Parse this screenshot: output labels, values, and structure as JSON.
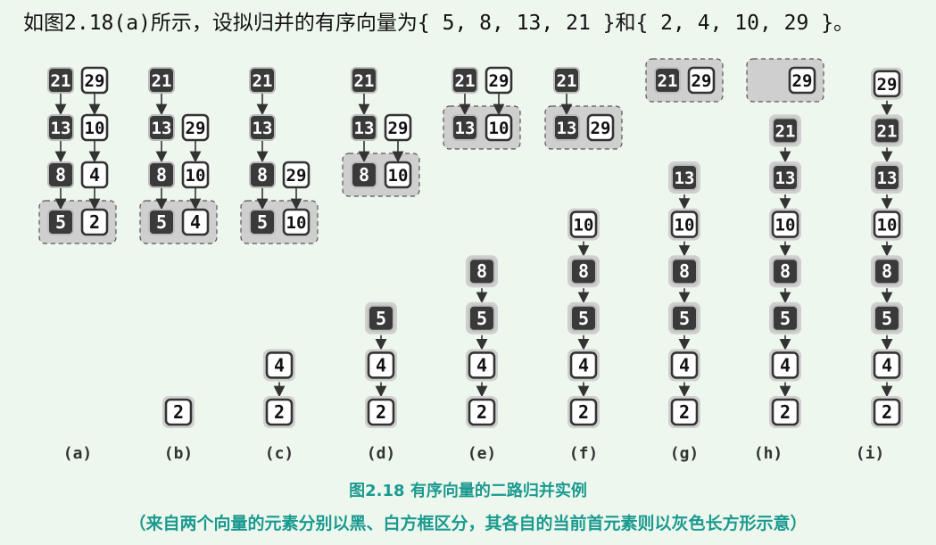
{
  "intro": {
    "text": "如图2.18(a)所示，设拟归并的有序向量为{ 5, 8, 13, 21 }和{ 2, 4, 10, 29 }。"
  },
  "colors": {
    "background": "#eef7ee",
    "black_box_fill": "#3a3a3a",
    "white_box_fill": "#ffffff",
    "highlight_gray": "#cfcfcf",
    "caption_teal": "#1b9a8f"
  },
  "panels": [
    {
      "label": "(a)",
      "black_col": [
        "21",
        "13",
        "8",
        "5"
      ],
      "white_col": [
        "29",
        "10",
        "4",
        "2"
      ],
      "output": [],
      "highlight": [
        "5",
        "2"
      ]
    },
    {
      "label": "(b)",
      "black_col": [
        "21",
        "13",
        "8",
        "5"
      ],
      "white_col": [
        "29",
        "10",
        "4"
      ],
      "output": [
        "2"
      ],
      "highlight": [
        "5",
        "4"
      ]
    },
    {
      "label": "(c)",
      "black_col": [
        "21",
        "13",
        "8",
        "5"
      ],
      "white_col": [
        "29",
        "10"
      ],
      "output": [
        "4",
        "2"
      ],
      "highlight": [
        "5",
        "10"
      ]
    },
    {
      "label": "(d)",
      "black_col": [
        "21",
        "13",
        "8"
      ],
      "white_col": [
        "29",
        "10"
      ],
      "output": [
        "5",
        "4",
        "2"
      ],
      "highlight": [
        "8",
        "10"
      ]
    },
    {
      "label": "(e)",
      "black_col": [
        "21",
        "13"
      ],
      "white_col": [
        "29",
        "10"
      ],
      "output": [
        "8",
        "5",
        "4",
        "2"
      ],
      "highlight": [
        "13",
        "10"
      ]
    },
    {
      "label": "(f)",
      "black_col": [
        "21",
        "13"
      ],
      "white_col": [
        "29"
      ],
      "output": [
        "10",
        "8",
        "5",
        "4",
        "2"
      ],
      "highlight": [
        "13",
        "29"
      ]
    },
    {
      "label": "(g)",
      "black_col": [
        "21"
      ],
      "white_col": [
        "29"
      ],
      "output": [
        "13",
        "10",
        "8",
        "5",
        "4",
        "2"
      ],
      "highlight": [
        "21",
        "29"
      ]
    },
    {
      "label": "(h)",
      "black_col": [],
      "white_col": [
        "29"
      ],
      "output": [
        "21",
        "13",
        "10",
        "8",
        "5",
        "4",
        "2"
      ],
      "highlight": [
        "",
        "29"
      ]
    },
    {
      "label": "(i)",
      "black_col": [],
      "white_col": [],
      "output": [
        "29",
        "21",
        "13",
        "10",
        "8",
        "5",
        "4",
        "2"
      ],
      "highlight": []
    }
  ],
  "output_colors": {
    "2": "white",
    "4": "white",
    "10": "white",
    "29": "white",
    "5": "black",
    "8": "black",
    "13": "black",
    "21": "black"
  },
  "caption": {
    "line1": "图2.18  有序向量的二路归并实例",
    "line2": "（来自两个向量的元素分别以黑、白方框区分，其各自的当前首元素则以灰色长方形示意）"
  }
}
